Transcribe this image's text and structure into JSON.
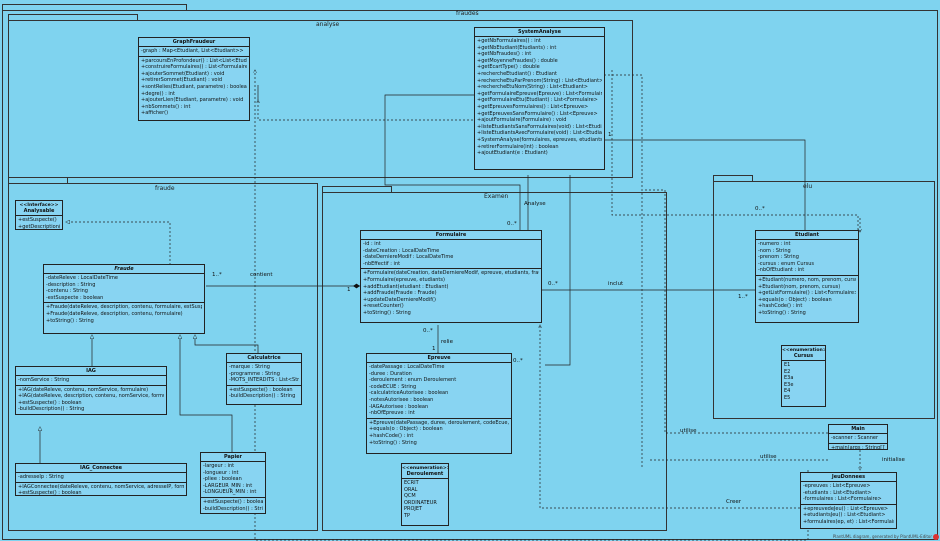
{
  "packages": {
    "fraudes": "fraudes",
    "analyse": "analyse",
    "fraude": "fraude",
    "examen": "Examen",
    "eleves": "elu"
  },
  "classes": {
    "graph": {
      "name": "GraphFraudeur",
      "attrs": [
        "-graph : Map<Etudiant, List<Etudiant>>"
      ],
      "methods": [
        "+parcoursEnProfondeur() : List<List<Etudiant>>",
        "+construireFormulaires() : List<Formulaire>",
        "+ajouterSommet(Etudiant) : void",
        "+retirerSommet(Etudiant) : void",
        "+sontRelies(Etudiant, parametre) : boolean",
        "+degre() : int",
        "+ajouterLien(Etudiant, parametre) : void",
        "+nbSommets() : int",
        "+afficher()"
      ]
    },
    "system": {
      "name": "SystemAnalyse",
      "methods": [
        "+getNbFormulaires() : int",
        "+getNbEtudiant(Etudiants) : int",
        "+getNbFraudes() : int",
        "+getMoyenneFraudes() : double",
        "+getEcartType() : double",
        "+rechercheEtudiant() : Etudiant",
        "+rechercheEtuParPrenom(String) : List<Etudiant>",
        "+rechercheEtuNom(String) : List<Etudiant>",
        "+getFormulaireEpreuve(Epreuve) : List<Formulaire>",
        "+getFormulaireEtu(Etudiant) : List<Formulaire>",
        "+getEpreuvesFormulaires() : List<Epreuve>",
        "+getEpreuvesSansFormulaire() : List<Epreuve>",
        "+ajoutFormulaire(Formulaire) : void",
        "+listeEtudiantsSansFormulaires(void) : List<Etudiant>",
        "+listeEtudiantsAvecFormulaire(void) : List<Etudiant>",
        "+SystemAnalyse(formulaires, epreuves, etudiants)",
        "+retirerFormulaire(int) : boolean",
        "+ajoutEtudiant(e : Etudiant)"
      ]
    },
    "analysable": {
      "stereotype": "<<Interface>>",
      "name": "Analysable",
      "methods": [
        "+estSuspecte()",
        "+getDescription()"
      ]
    },
    "fraude": {
      "name": "Fraude",
      "attrs": [
        "-dateReleve : LocalDateTime",
        "-description : String",
        "-contenu : String",
        "-estSuspecte : boolean"
      ],
      "methods": [
        "+Fraude(dateReleve, description, contenu, formulaire, estSuspecte)",
        "+Fraude(dateReleve, description, contenu, formulaire)",
        "+toString() : String"
      ]
    },
    "iag": {
      "name": "IAG",
      "attrs": [
        "-nomService : String"
      ],
      "methods": [
        "+IAG(dateReleve, contenu, nomService, formulaire)",
        "+IAG(dateReleve, description, contenu, nomService, formulaire)",
        "+estSuspecte() : boolean",
        "-buildDescription() : String"
      ]
    },
    "iagc": {
      "name": "IAG_Connectee",
      "attrs": [
        "-adresseIp : String"
      ],
      "methods": [
        "+IAGConnectee(dateReleve, contenu, nomService, adresseIP, formulaire)",
        "+estSuspecte() : boolean"
      ]
    },
    "calc": {
      "name": "Calculatrice",
      "attrs": [
        "-marque : String",
        "-programme : String",
        "-MOTS_INTERDITS : List<String>"
      ],
      "methods": [
        "+estSuspecte() : boolean",
        "-buildDescription() : String"
      ]
    },
    "papier": {
      "name": "Papier",
      "attrs": [
        "-largeur : int",
        "-longueur : int",
        "-pliee : boolean",
        "-LARGEUR_MIN : int",
        "-LONGUEUR_MIN : int"
      ],
      "methods": [
        "+estSuspecte() : boolean",
        "-buildDescription() : String"
      ]
    },
    "formulaire": {
      "name": "Formulaire",
      "attrs": [
        "-id : int",
        "-dateCreation : LocalDateTime",
        "-dateDerniereModif : LocalDateTime",
        "-nbEffectif : int"
      ],
      "methods": [
        "+Formulaire(dateCreation, dateDerniereModif, epreuve, etudiants, fraudes)",
        "+Formulaire(epreuve, etudiants)",
        "+addEtudiant(etudiant : Etudiant)",
        "+addFraude(Fraude : Fraude)",
        "+updateDateDerniereModif()",
        "+resetCounter()",
        "+toString() : String"
      ]
    },
    "epreuve": {
      "name": "Epreuve",
      "attrs": [
        "-datePassage : LocalDateTime",
        "-duree : Duration",
        "-deroulement : enum Deroulement",
        "-codeECUE : String",
        "-calculatriceAutorisee : boolean",
        "-notesAutorisee : boolean",
        "-IAGAutorisee : boolean",
        "-nbOfEpreuve : int"
      ],
      "methods": [
        "+Epreuve(datePassage, duree, deroulement, codeEcue, etc)",
        "+equals(o : Object) : boolean",
        "+hashCode() : int",
        "+toString() : String"
      ]
    },
    "deroulement": {
      "stereotype": "<<enumeration>>",
      "name": "Deroulement",
      "values": [
        "ECRIT",
        "ORAL",
        "QCM",
        "ORDINATEUR",
        "PROJET",
        "TP"
      ]
    },
    "etudiant": {
      "name": "Etudiant",
      "attrs": [
        "-numero : int",
        "-nom : String",
        "-prenom : String",
        "-cursus : enum Cursus",
        "-nbOfEtudiant : int"
      ],
      "methods": [
        "+Etudiant(numero, nom, prenom, cursus)",
        "+Etudiant(nom, prenom, cursus)",
        "+getListFormulaire() : List<Formulaire>",
        "+equals(o : Object) : boolean",
        "+hashCode() : int",
        "+toString() : String"
      ]
    },
    "cursus": {
      "stereotype": "<<enumeration>>",
      "name": "Cursus",
      "values": [
        "E1",
        "E2",
        "E3a",
        "E3e",
        "E4",
        "E5"
      ]
    },
    "main": {
      "name": "Main",
      "attrs": [
        "-scanner : Scanner"
      ],
      "methods": [
        "+main(args : String[])"
      ]
    },
    "jeu": {
      "name": "JeuDonnees",
      "attrs": [
        "-epreuves : List<Epreuve>",
        "-etudiants : List<Etudiant>",
        "-formulaires : List<Formulaire>"
      ],
      "methods": [
        "+epreuvedeJeu() : List<Epreuve>",
        "+etudiantsJeu() : List<Etudiant>",
        "+formulaires(ep, et) : List<Formulaire>"
      ]
    }
  },
  "relations": {
    "contient": "contient",
    "contient_left_mult": "1..*",
    "contient_right_mult": "1",
    "inclut": "inclut",
    "inclut_left_mult": "0..*",
    "inclut_right_mult": "1..*",
    "relie": "relie",
    "relie_mult_top": "0..*",
    "relie_mult_bottom": "1",
    "etu_top_mult": "0..*",
    "epr_right_mult": "0..*",
    "form_mult": "0..*",
    "sys_mult": "1",
    "analyse_label": "Analyse",
    "utilise1": "utilise",
    "utilise2": "utilise",
    "initialise": "initialise",
    "creer": "Creer"
  },
  "watermark": "PlantUML diagram, generated by PlantUML-Editor"
}
